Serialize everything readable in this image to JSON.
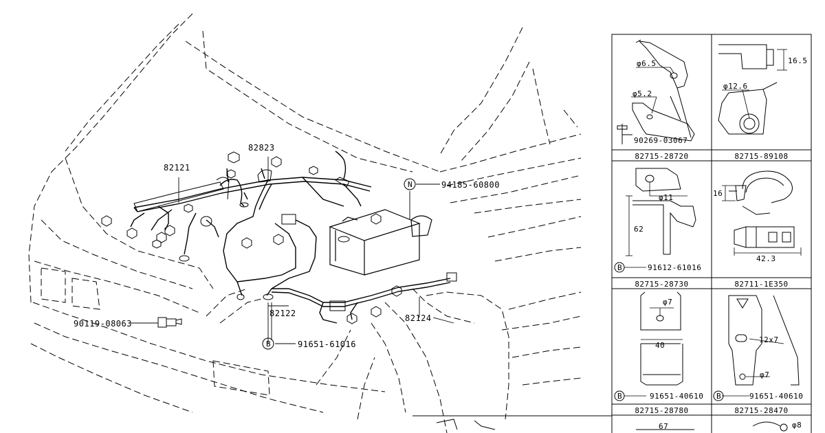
{
  "main_labels": {
    "p82121": "82121",
    "p82823": "82823",
    "p82122": "82122",
    "p82124": "82124",
    "p94185": "94185-60800",
    "p90119": "90119-08063",
    "p91651": "91651-61016",
    "badge_n": "N",
    "badge_b": "B"
  },
  "panel": {
    "c1": {
      "caption": "82715-28720",
      "dim_a": "φ6.5",
      "dim_b": "φ5.2",
      "part": "90269-03067"
    },
    "c2": {
      "caption": "82715-89108",
      "dim_a": "16.5",
      "dim_b": "φ12.6"
    },
    "c3": {
      "caption": "82715-28730",
      "dim_a": "φ11",
      "dim_b": "62",
      "badge": "B",
      "part": "91612-61016"
    },
    "c4": {
      "caption": "82711-1E350",
      "dim_a": "16",
      "dim_b": "42.3"
    },
    "c5": {
      "caption": "82715-28780",
      "dim_a": "φ7",
      "dim_b": "40",
      "badge": "B",
      "part": "91651-40610"
    },
    "c6": {
      "caption": "82715-28470",
      "dim_a": "12x7",
      "dim_b": "φ7",
      "badge": "B",
      "part": "91651-40610"
    },
    "c7": {
      "dim_a": "67"
    },
    "c8": {
      "dim_a": "φ8"
    }
  }
}
